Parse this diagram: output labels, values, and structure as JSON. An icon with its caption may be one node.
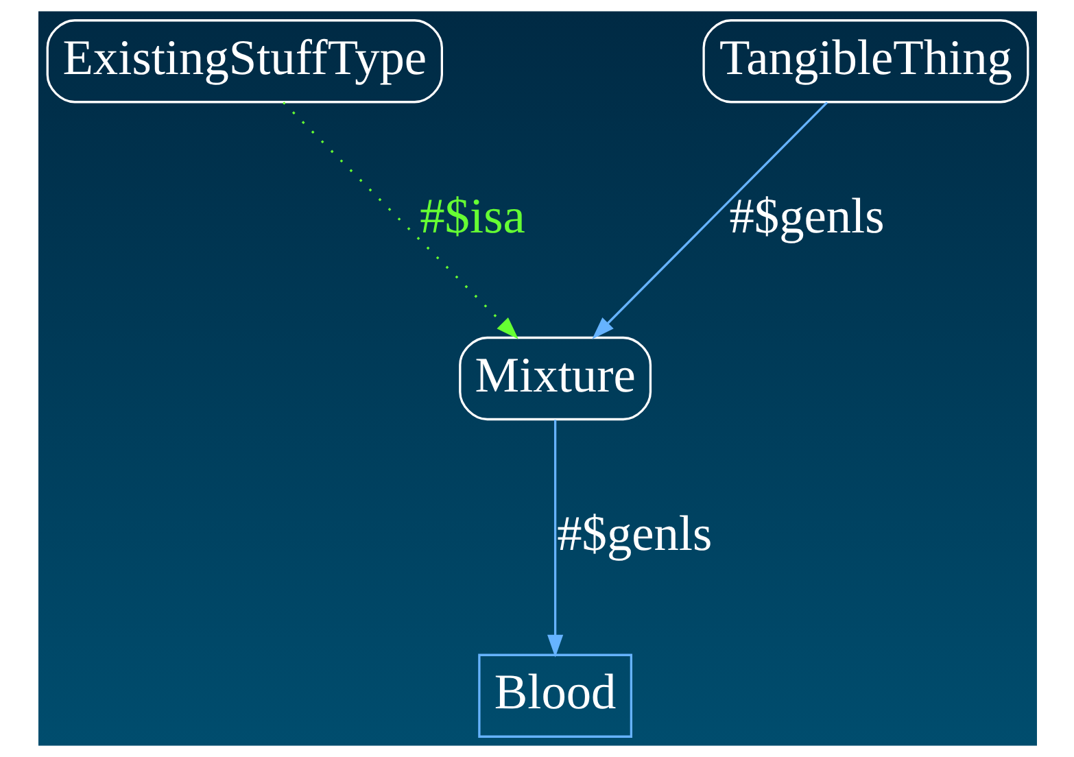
{
  "diagram": {
    "nodes": [
      {
        "text": [
          "ExistingStuffType"
        ]
      },
      {
        "text": [
          "TangibleThing"
        ]
      },
      {
        "text": [
          "Mixture"
        ]
      },
      {
        "text": [
          "Blood"
        ]
      }
    ],
    "edges": [
      {
        "from": 0,
        "to": 2,
        "arrow": "to",
        "label": "#$isa",
        "style": "dashed",
        "color": "#66ff33"
      },
      {
        "from": 1,
        "to": 2,
        "arrow": "to",
        "label": "#$genls"
      },
      {
        "from": 2,
        "to": 3,
        "arrow": "to",
        "label": "#$genls"
      }
    ]
  }
}
